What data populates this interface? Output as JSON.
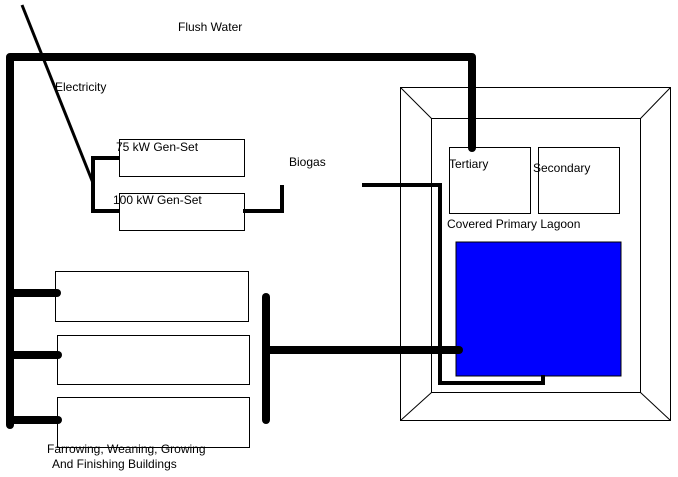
{
  "diagram": {
    "labels": {
      "flush_water": "Flush Water",
      "electricity": "Electricity",
      "genset_75": "75 kW Gen-Set",
      "genset_100": "100 kW Gen-Set",
      "biogas": "Biogas",
      "tertiary": "Tertiary",
      "secondary": "Secondary",
      "primary_lagoon": "Covered Primary Lagoon",
      "buildings_line1": "Farrowing, Weaning, Growing",
      "buildings_line2": "And Finishing Buildings"
    },
    "colors": {
      "primary_lagoon_fill": "#0000ff",
      "line": "#000000",
      "background": "#ffffff"
    }
  }
}
